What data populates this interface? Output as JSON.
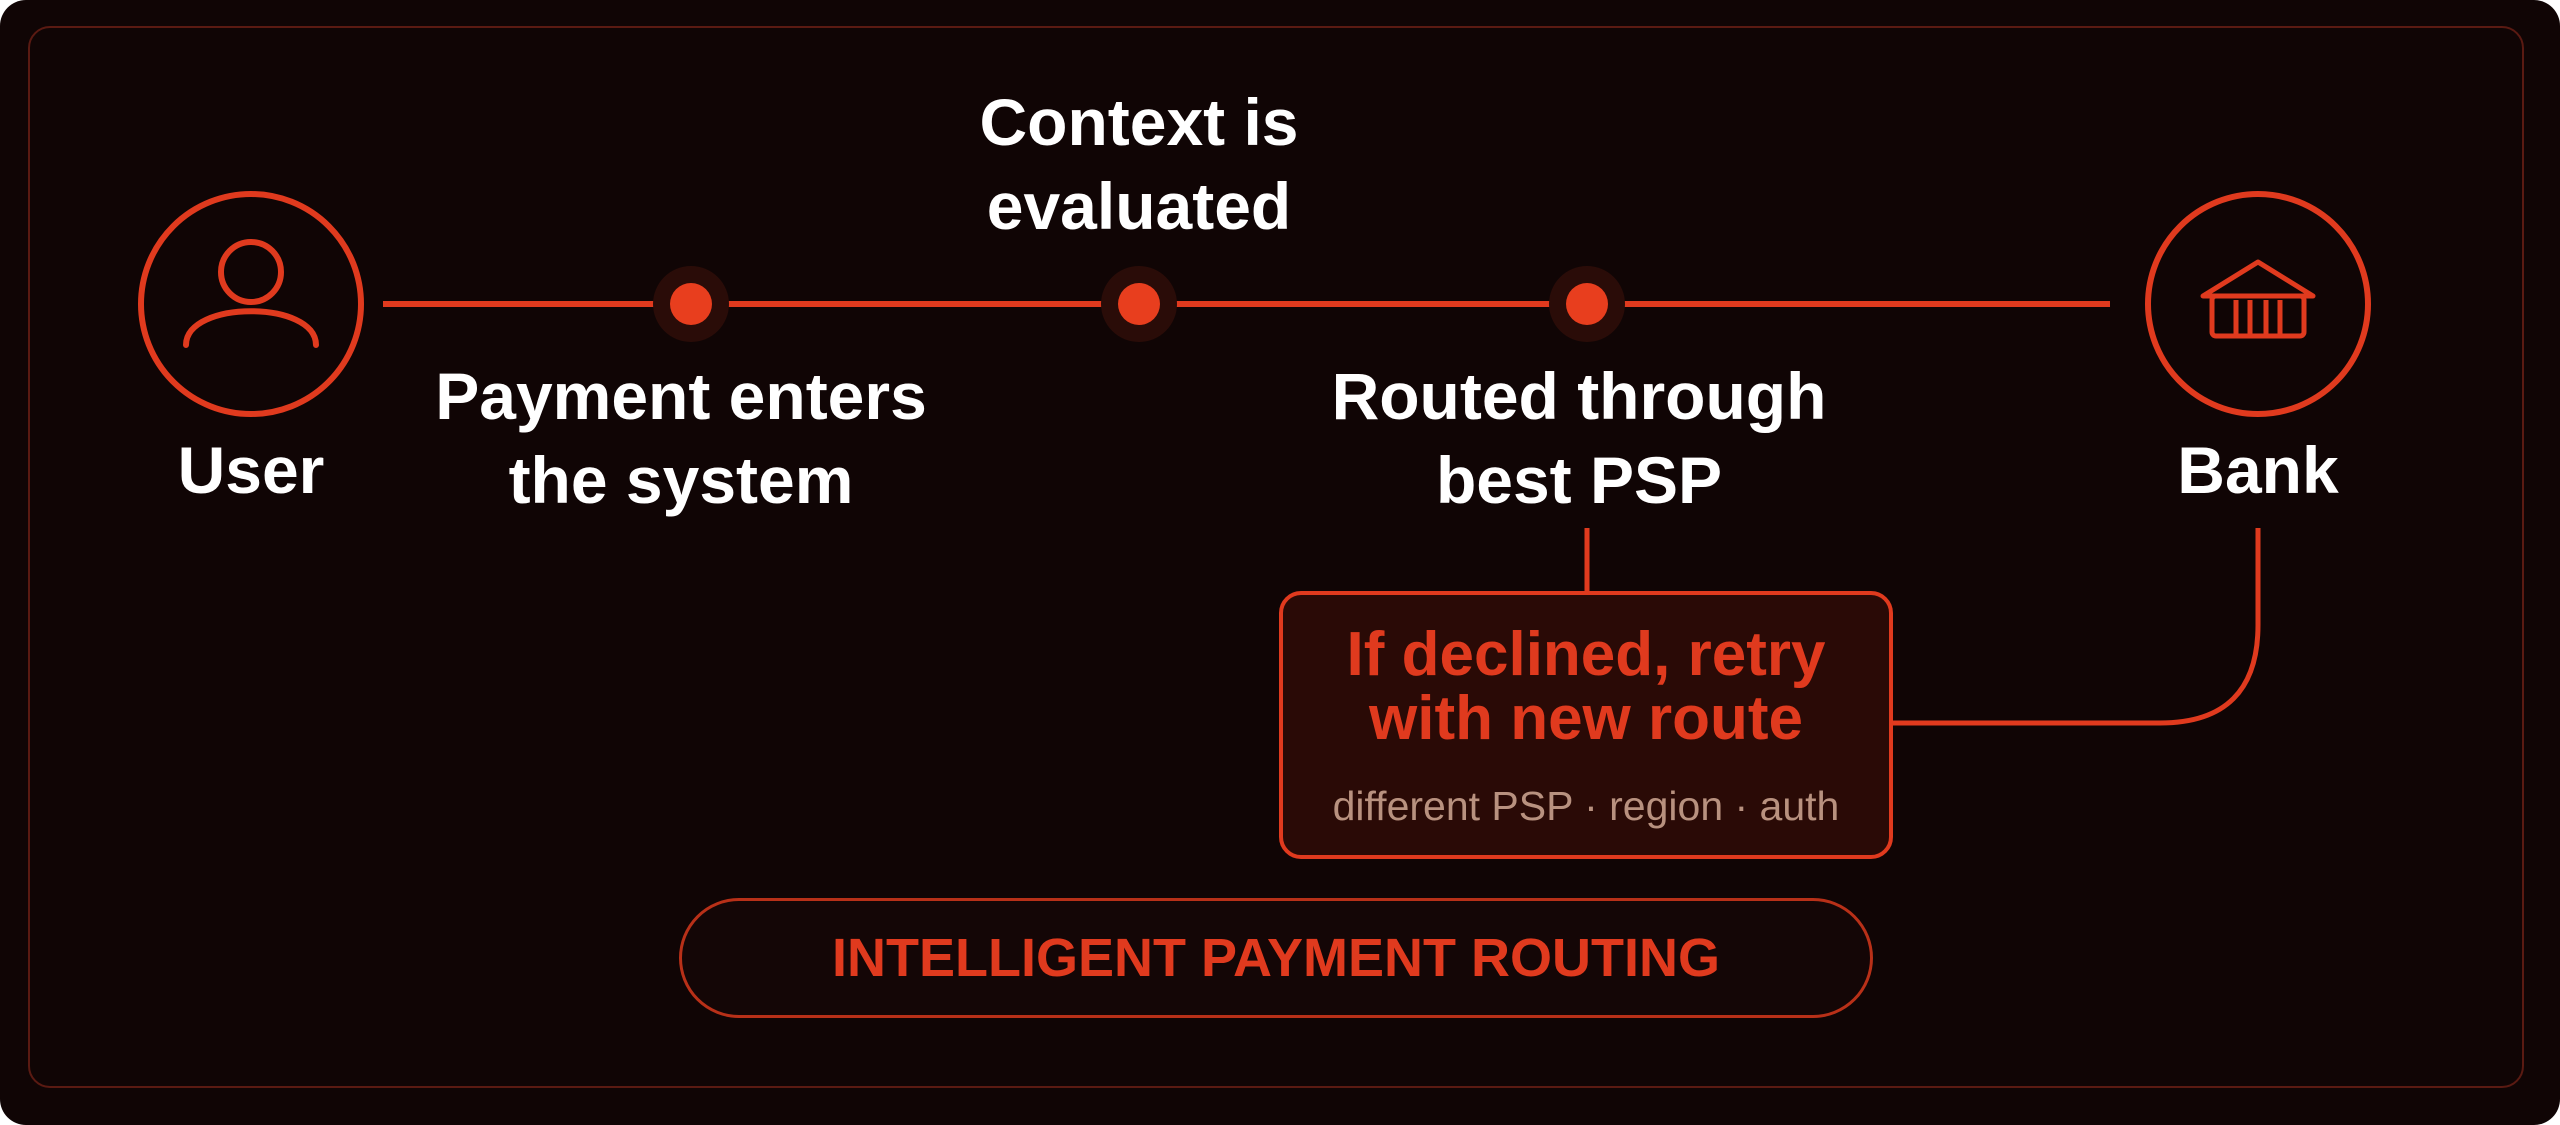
{
  "colors": {
    "background": "#100505",
    "accent": "#e03a1e",
    "text": "#ffffff",
    "muted_text": "#b8917f"
  },
  "nodes": {
    "user": {
      "label": "User",
      "icon": "user-icon"
    },
    "bank": {
      "label": "Bank",
      "icon": "bank-icon"
    }
  },
  "steps": [
    {
      "label": "Payment enters\nthe system"
    },
    {
      "label": "Context is\nevaluated"
    },
    {
      "label": "Routed through\nbest PSP"
    }
  ],
  "retry": {
    "title": "If declined, retry\nwith new route",
    "subtitle": "different PSP · region · auth"
  },
  "banner": {
    "label": "INTELLIGENT PAYMENT ROUTING"
  }
}
